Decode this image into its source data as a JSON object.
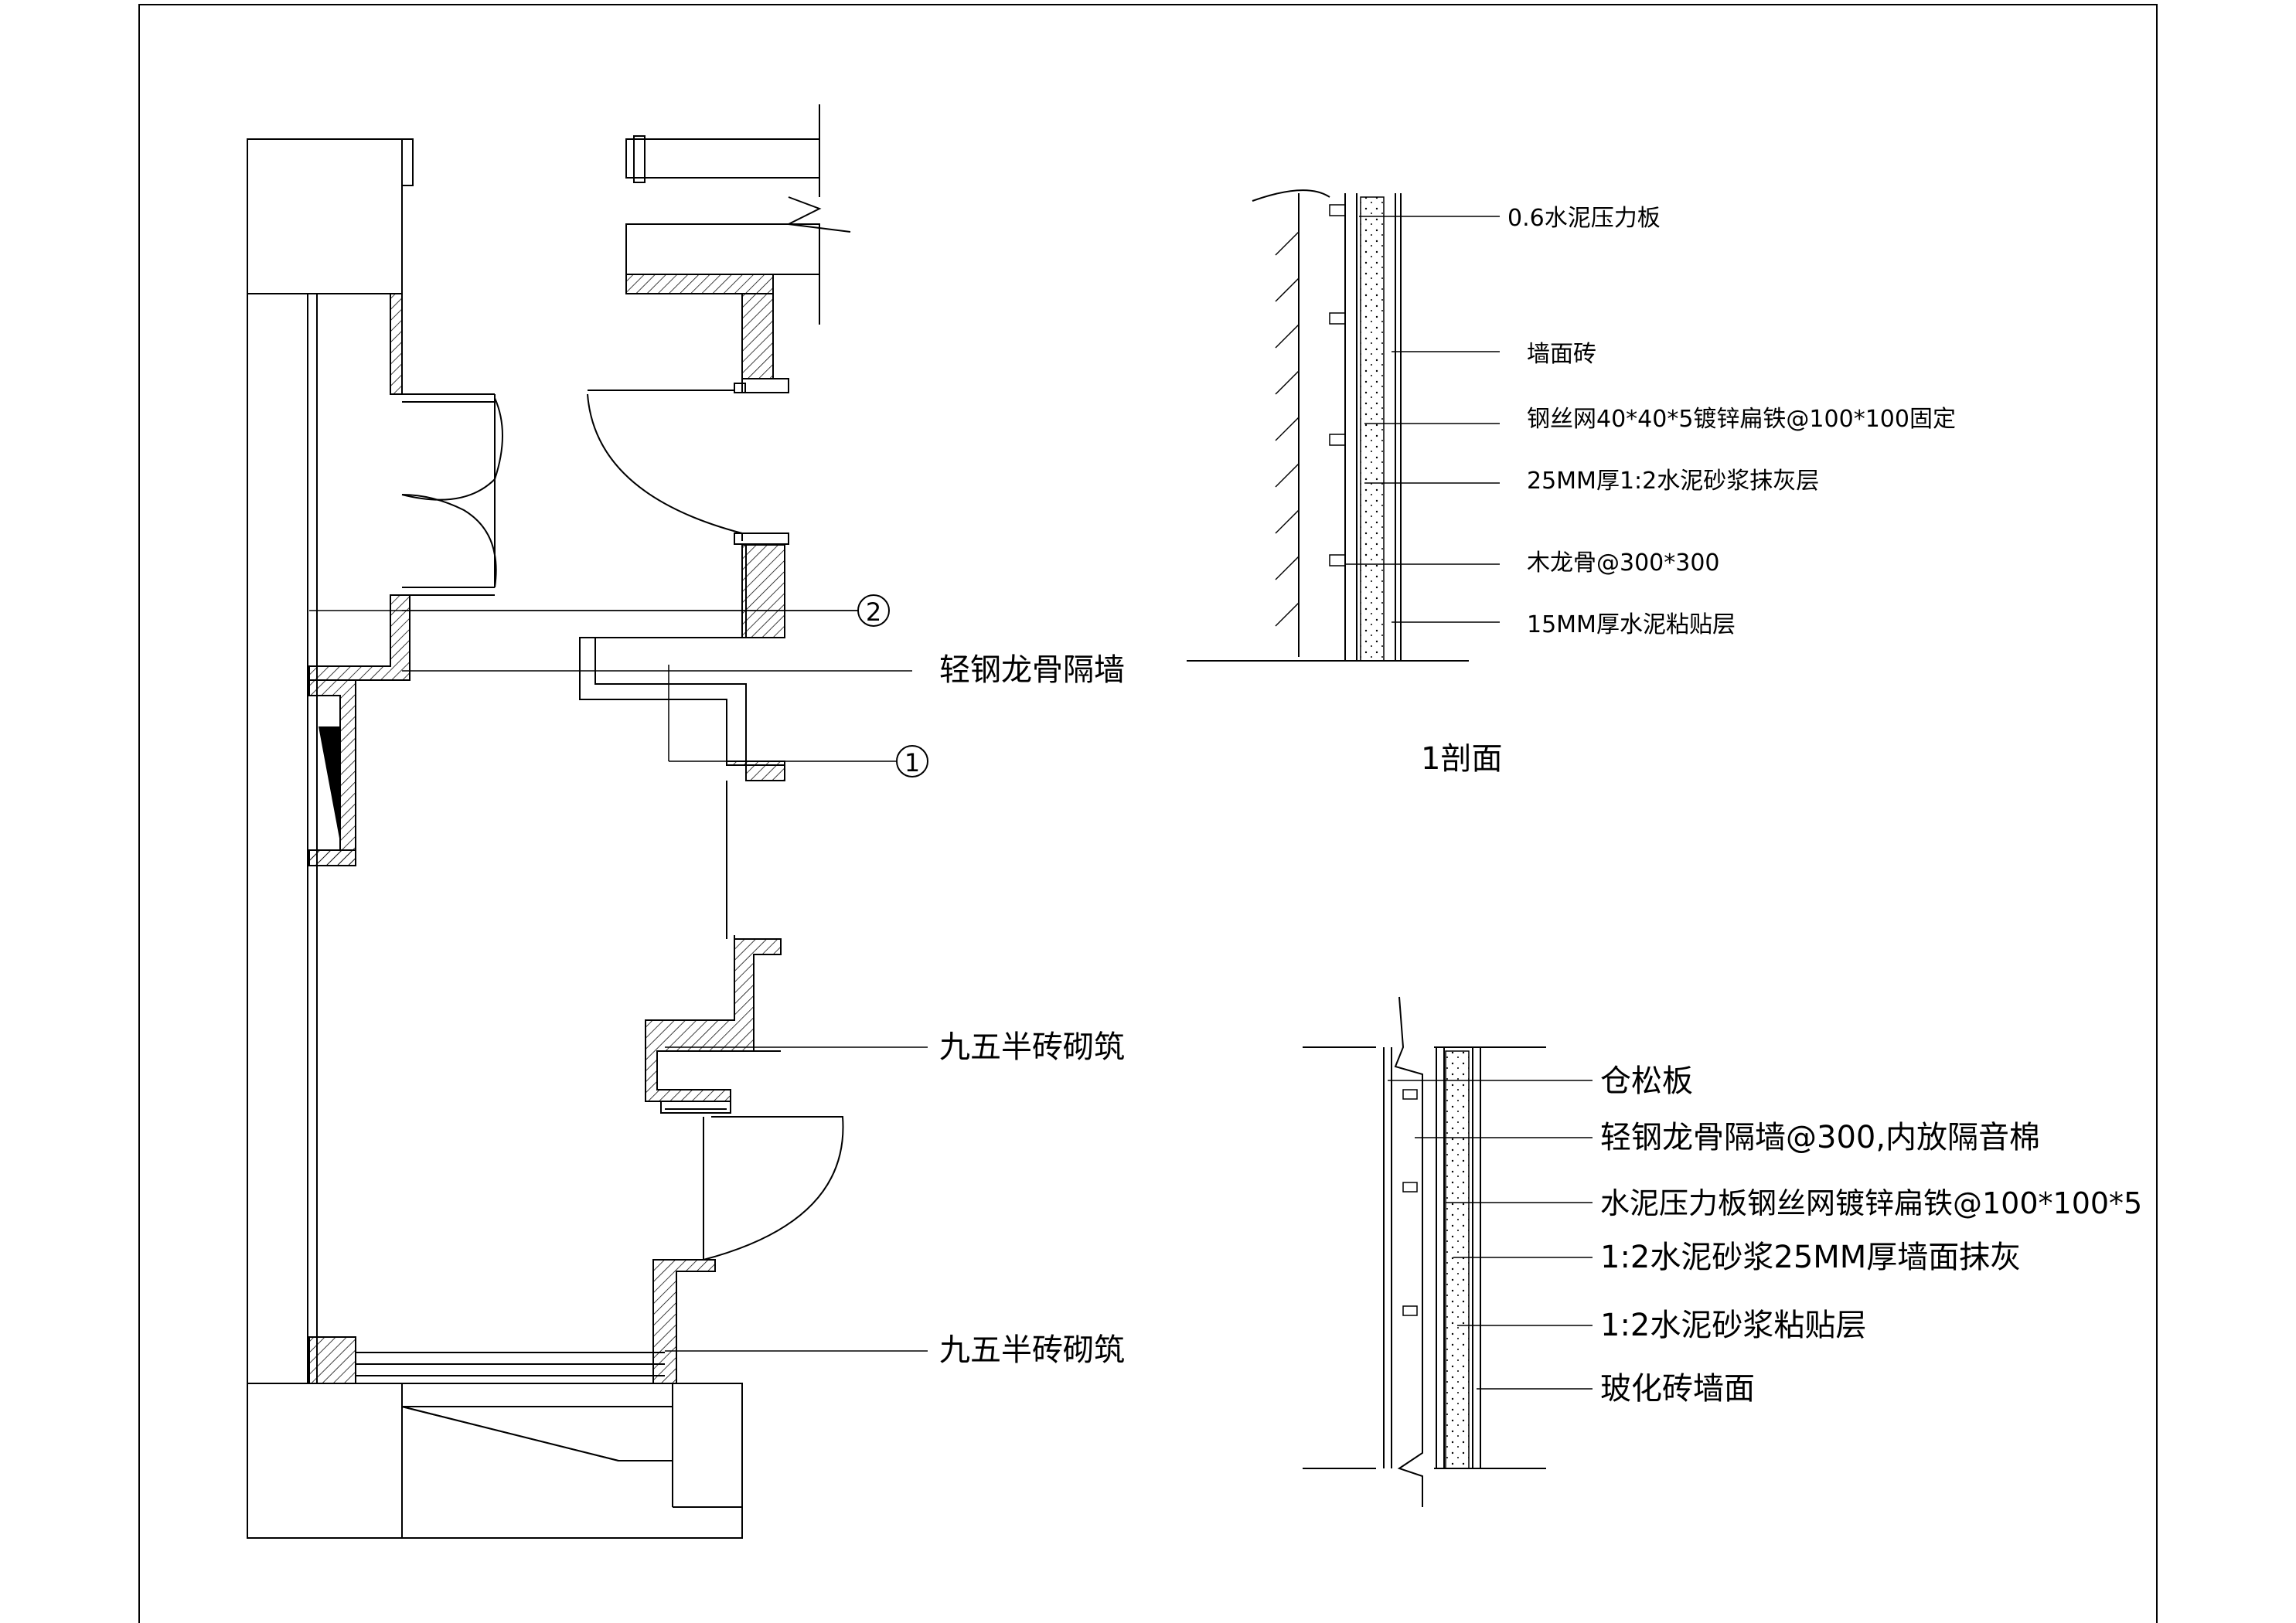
{
  "plan": {
    "callout_partition": "轻钢龙骨隔墙",
    "callout_brick_1": "九五半砖砌筑",
    "callout_brick_2": "九五半砖砌筑",
    "marker_1": "1",
    "marker_2": "2"
  },
  "section1": {
    "title": "1剖面",
    "labels": [
      "0.6水泥压力板",
      "墙面砖",
      "钢丝网40*40*5镀锌扁铁@100*100固定",
      "25MM厚1:2水泥砂浆抹灰层",
      "木龙骨@300*300",
      "15MM厚水泥粘贴层"
    ]
  },
  "section2": {
    "labels": [
      "仓松板",
      "轻钢龙骨隔墙@300,内放隔音棉",
      "水泥压力板钢丝网镀锌扁铁@100*100*5",
      "1:2水泥砂浆25MM厚墙面抹灰",
      "1:2水泥砂浆粘贴层",
      "玻化砖墙面"
    ]
  }
}
